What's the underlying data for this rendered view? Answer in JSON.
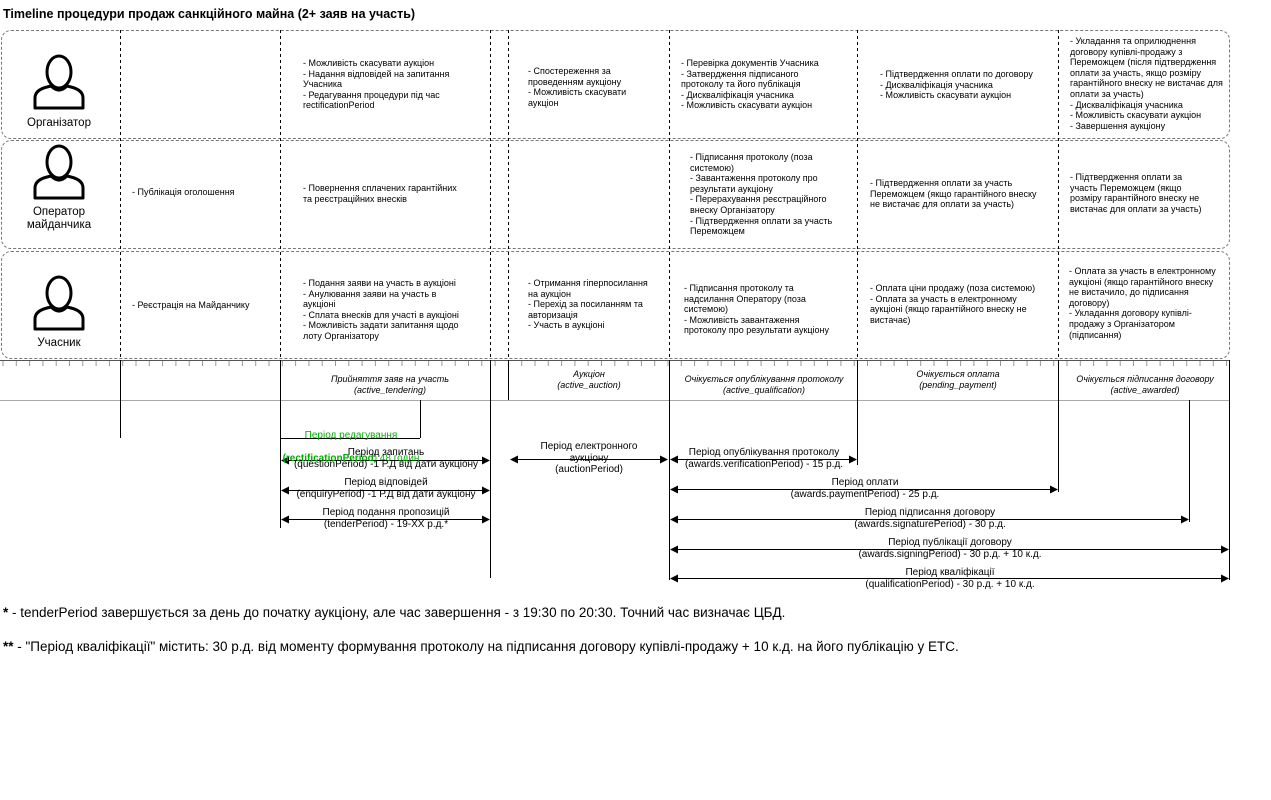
{
  "title": "Timeline процедури продаж санкційного майна (2+ заяв на участь)",
  "roles": [
    {
      "name": "Організатор",
      "icon": "person-icon"
    },
    {
      "name": "Оператор\nмайданчика",
      "icon": "person-icon"
    },
    {
      "name": "Учасник",
      "icon": "person-icon"
    }
  ],
  "organizer": {
    "col2": "- Можливість скасувати аукціон\n- Надання відповідей на запитання\nУчасника\n- Редагування процедури під час\nrectificationPeriod",
    "col3": "- Спостереження за\nпроведенням аукціону\n- Можливість скасувати\nаукціон",
    "col4": "- Перевірка документів Учасника\n- Затвердження підписаного\nпротоколу та його публікація\n- Дискваліфікація учасника\n- Можливість скасувати аукціон",
    "col5": "- Підтвердження оплати по договору\n- Дискваліфікація учасника\n- Можливість скасувати аукціон",
    "col6": "- Укладання та оприлюднення\nдоговору купівлі-продажу з\nПереможцем (після підтвердження\nоплати за участь, якщо розміру\nгарантійного внеску не вистачає для\nоплати за участь)\n- Дискваліфікація учасника\n- Можливість скасувати аукціон\n- Завершення аукціону"
  },
  "operator": {
    "col1": "- Публікація оголошення",
    "col2": "- Повернення сплачених гарантійних\nта реєстраційних внесків",
    "col4": "- Підписання протоколу (поза\nсистемою)\n- Завантаження протоколу про\nрезультати аукціону\n- Перерахування реєстраційного\nвнеску Організатору\n- Підтвердження оплати за участь\nПереможцем",
    "col5": "- Підтвердження оплати за участь\nПереможцем (якщо гарантійного внеску\nне вистачає для оплати за участь)",
    "col6": "- Підтвердження оплати за\nучасть Переможцем (якщо\nрозміру гарантійного внеску не\nвистачає для оплати за участь)"
  },
  "participant": {
    "col1": "- Реєстрація на Майданчику",
    "col2": "- Подання заяви на участь в аукціоні\n- Анулювання заяви на участь в\nаукціоні\n- Сплата внесків для участі в аукціоні\n- Можливість задати запитання щодо\nлоту Організатору",
    "col3": "- Отримання гіперпосилання\nна аукціон\n- Перехід за посиланням та\nавторизація\n- Участь в аукціоні",
    "col4": "- Підписання протоколу та\nнадсилання Оператору (поза\nсистемою)\n- Можливість завантаження\nпротоколу про результати аукціону",
    "col5": "- Оплата ціни продажу (поза системою)\n- Оплата за участь в електронному\nаукціоні (якщо гарантійного внеску не\nвистачає)",
    "col6": "- Оплата за участь в електронному\nаукціоні (якщо гарантійного внеску\nне вистачило, до підписання\nдоговору)\n- Укладання договору купівлі-\nпродажу з Організатором\n(підписання)"
  },
  "stages": [
    "Прийняття заяв на участь\n(active_tendering)",
    "Аукціон\n(active_auction)",
    "Очікується опублікування протоколу\n(active_qualification)",
    "Очікується оплата\n(pending_payment)",
    "Очікується підписання договору\n(active_awarded)"
  ],
  "periods": {
    "rectification_line1": "Період редагування",
    "rectification_code": "(rectificationPeriod",
    "rectification_rest": ") 48 годин",
    "question": "Період запитань\n(questionPeriod) -1 Р.Д від дати аукціону",
    "enquiry": "Період відповідей\n(enquiryPeriod) -1 Р.Д від дати аукціону",
    "tender": "Період подання пропозицій\n(tenderPeriod) - 19-ХХ р.д.*",
    "auction": "Період електронного\nаукціону\n(auctionPeriod)",
    "verification": "Період опублікування протоколу\n(awards.verificationPeriod) - 15 р.д.",
    "payment": "Період оплати\n(awards.paymentPeriod) - 25 р.д.",
    "signature": "Період підписання договору\n(awards.signaturePeriod) - 30 р.д.",
    "signing": "Період публікації договору\n(awards.signingPeriod) - 30 р.д. + 10 к.д.",
    "qualification": "Період кваліфікації\n(qualificationPeriod) - 30 р.д. + 10 к.д."
  },
  "notes": [
    {
      "mark": "*",
      "text": " - tenderPeriod завершується за день до початку аукціону, але час завершення - з 19:30 по 20:30. Точний час визначає ЦБД."
    },
    {
      "mark": "**",
      "text": " - \"Період кваліфікації\" містить: 30 р.д. від моменту формування протоколу на підписання договору купівлі-продажу + 10 к.д. на його публікацію у ЕТС."
    }
  ],
  "colors": {
    "green": "#00b000",
    "line": "#000000",
    "dashed": "#777777"
  }
}
